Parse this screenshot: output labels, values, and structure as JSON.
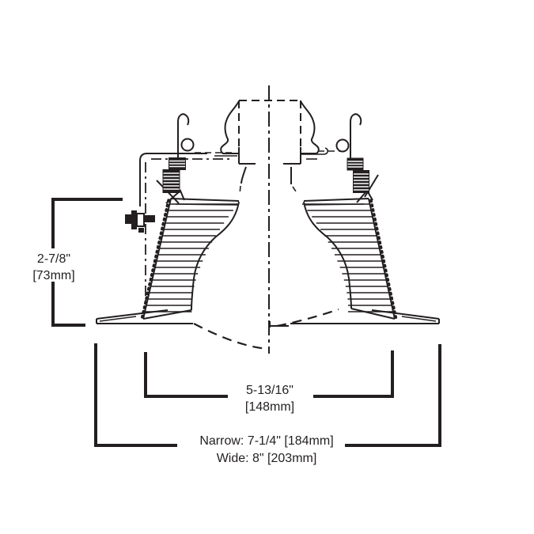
{
  "dimensions": {
    "height": {
      "imperial": "2-7/8\"",
      "metric": "[73mm]"
    },
    "aperture": {
      "imperial": "5-13/16\"",
      "metric": "[148mm]"
    },
    "overall": {
      "narrow": "Narrow: 7-1/4\" [184mm]",
      "wide": "Wide: 8\" [203mm]"
    }
  },
  "colors": {
    "line": "#231f20",
    "background": "#ffffff"
  }
}
